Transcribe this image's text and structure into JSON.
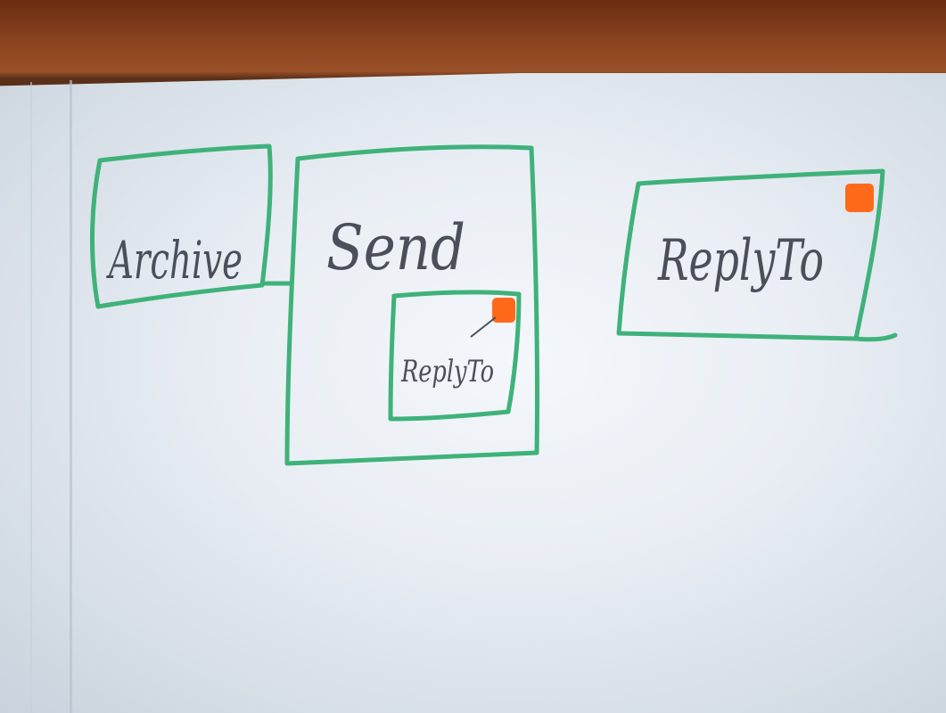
{
  "diagram": {
    "archive_label": "Archive",
    "send_label": "Send",
    "reply_to_nested_label": "ReplyTo",
    "reply_to_label": "ReplyTo"
  },
  "colors": {
    "box_stroke": "#3fb27a",
    "sticker": "#ff6a1a",
    "ink": "#4a4f5a"
  }
}
